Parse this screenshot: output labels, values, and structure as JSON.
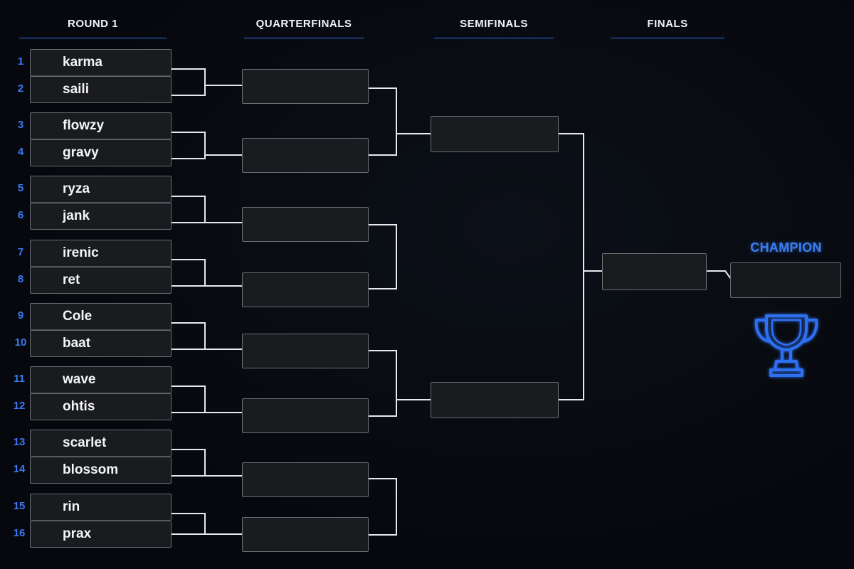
{
  "headers": {
    "round1": "ROUND 1",
    "quarterfinals": "QUARTERFINALS",
    "semifinals": "SEMIFINALS",
    "finals": "FINALS"
  },
  "champion_label": "CHAMPION",
  "accent_color": "#3a78f2",
  "trophy_icon": "trophy-icon",
  "round1": [
    {
      "seed": "1",
      "player": "karma"
    },
    {
      "seed": "2",
      "player": "saili"
    },
    {
      "seed": "3",
      "player": "flowzy"
    },
    {
      "seed": "4",
      "player": "gravy"
    },
    {
      "seed": "5",
      "player": "ryza"
    },
    {
      "seed": "6",
      "player": "jank"
    },
    {
      "seed": "7",
      "player": "irenic"
    },
    {
      "seed": "8",
      "player": "ret"
    },
    {
      "seed": "9",
      "player": "Cole"
    },
    {
      "seed": "10",
      "player": "baat"
    },
    {
      "seed": "11",
      "player": "wave"
    },
    {
      "seed": "12",
      "player": "ohtis"
    },
    {
      "seed": "13",
      "player": "scarlet"
    },
    {
      "seed": "14",
      "player": "blossom"
    },
    {
      "seed": "15",
      "player": "rin"
    },
    {
      "seed": "16",
      "player": "prax"
    }
  ]
}
